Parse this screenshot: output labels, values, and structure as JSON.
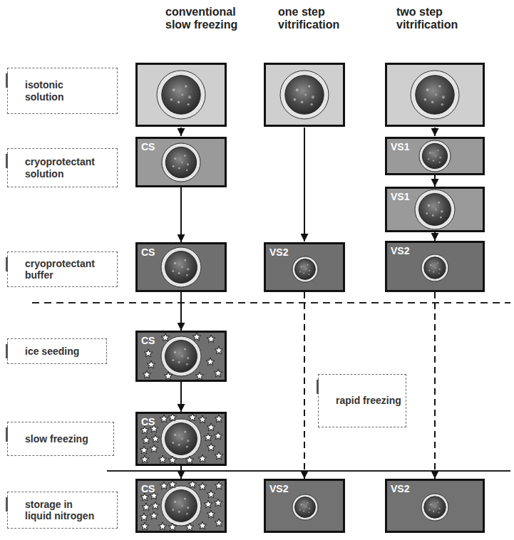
{
  "diagram": {
    "nodes": [
      {
        "text": [
          "isotonic solution"
        ]
      },
      {
        "text": [
          "cryoprotectant solution"
        ]
      },
      {
        "text": [
          "CS"
        ]
      },
      {
        "text": [
          "VS1"
        ]
      },
      {
        "text": [
          "VS1"
        ]
      },
      {
        "text": [
          "cryoprotectant buffer"
        ]
      },
      {
        "text": [
          "CS"
        ]
      },
      {
        "text": [
          "VS2"
        ]
      },
      {
        "text": [
          "VS2"
        ]
      },
      {
        "text": [
          "ice seeding"
        ]
      },
      {
        "text": [
          "CS"
        ]
      },
      {
        "text": [
          "rapid freezing"
        ]
      },
      {
        "text": [
          "slow freezing"
        ]
      },
      {
        "text": [
          "CS"
        ]
      },
      {
        "text": [
          "storage in liquid nitrogen"
        ]
      },
      {
        "text": [
          "CS"
        ]
      },
      {
        "text": [
          "VS2"
        ]
      },
      {
        "text": [
          "VS2"
        ]
      }
    ],
    "edges": [
      {
        "from": 2,
        "to": 6,
        "arrow": "to"
      },
      {
        "from": 3,
        "to": 4,
        "arrow": "to"
      },
      {
        "from": 4,
        "to": 8,
        "arrow": "to"
      },
      {
        "from": 6,
        "to": 10,
        "arrow": "to"
      },
      {
        "from": 7,
        "to": 16,
        "arrow": "to"
      },
      {
        "from": 8,
        "to": 17,
        "arrow": "to"
      },
      {
        "from": 10,
        "to": 13,
        "arrow": "to"
      },
      {
        "from": 13,
        "to": 15,
        "arrow": "to"
      }
    ],
    "labels": [
      "conventional slow freezing",
      "one step vitrification",
      "two step vitrification"
    ]
  }
}
